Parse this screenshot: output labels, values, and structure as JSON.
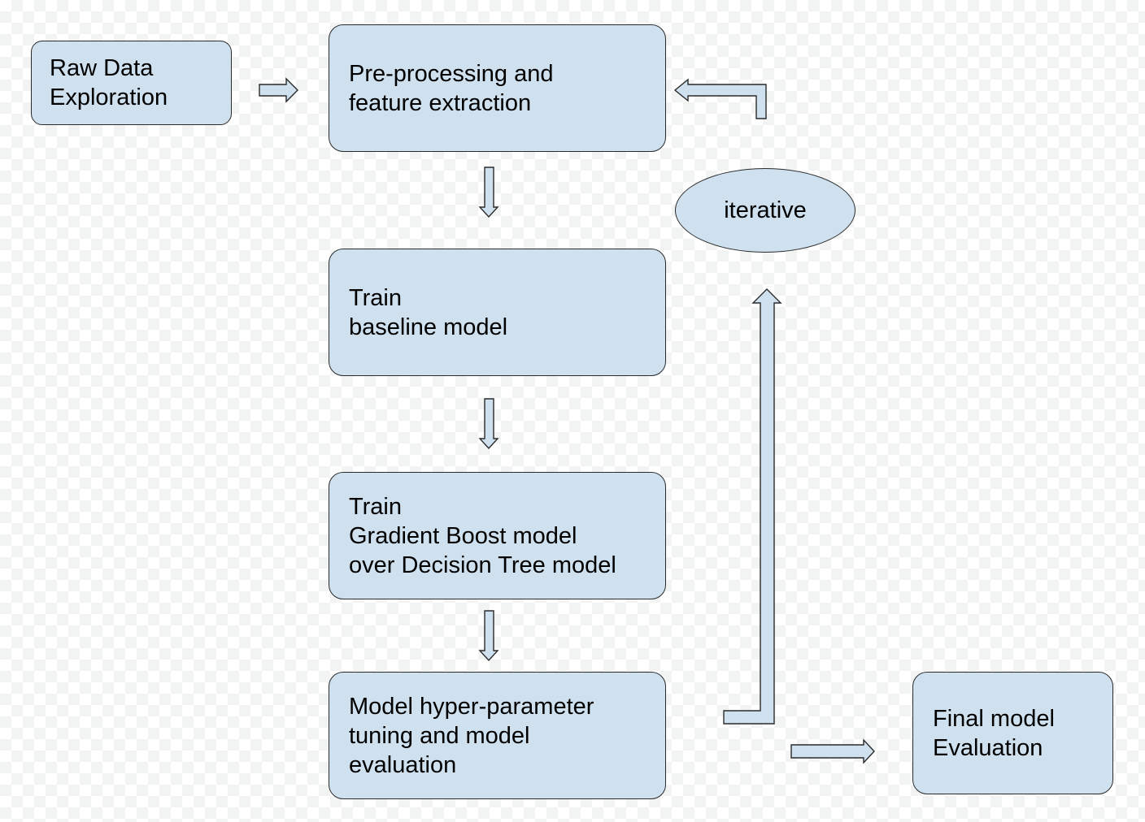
{
  "diagram": {
    "nodes": {
      "raw_data": "Raw Data\nExploration",
      "preprocessing": "Pre-processing and\nfeature extraction",
      "baseline": "Train\nbaseline model",
      "gradient_boost": "Train\nGradient Boost model\nover Decision Tree model",
      "tuning": "Model hyper-parameter\ntuning and model\nevaluation",
      "final": "Final model\nEvaluation",
      "iterative": "iterative"
    },
    "colors": {
      "node_fill": "#cfe0ef",
      "stroke": "#2b2b2b"
    }
  }
}
